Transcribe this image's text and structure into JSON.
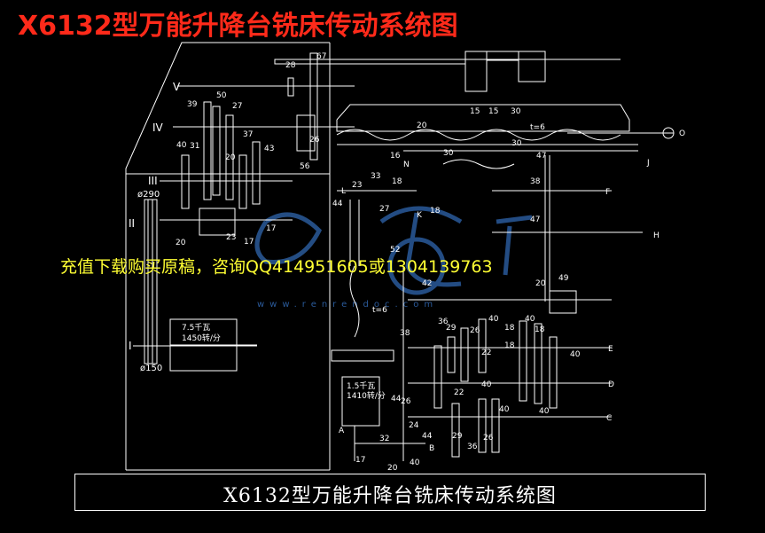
{
  "header": {
    "title": "X6132型万能升降台铣床传动系统图"
  },
  "watermark": {
    "text": "充值下载购买原稿，咨询QQ414951605或1304139763"
  },
  "footer": {
    "title": "X6132型万能升降台铣床传动系统图"
  },
  "colors": {
    "background": "#000000",
    "header_title": "#ff2a1a",
    "watermark": "#ffff33",
    "lines": "#ffffff",
    "logo": "#2a5a9a"
  },
  "diagram": {
    "shaft_labels": [
      "V",
      "IV",
      "III",
      "II",
      "I"
    ],
    "motor_main": {
      "power": "7.5千瓦",
      "speed": "1450转/分"
    },
    "motor_feed": {
      "power": "1.5千瓦",
      "speed": "1410转/分"
    },
    "pulley_labels": [
      "ø290",
      "ø150"
    ],
    "axis_labels": [
      "N",
      "L",
      "K",
      "A",
      "B",
      "C",
      "D",
      "E",
      "F",
      "H",
      "J",
      "O"
    ],
    "screw_labels": [
      "t=6",
      "t=6"
    ],
    "gear_numbers": [
      "28",
      "67",
      "50",
      "39",
      "27",
      "31",
      "37",
      "40",
      "20",
      "43",
      "17",
      "56",
      "26",
      "20",
      "23",
      "17",
      "16",
      "15",
      "15",
      "20",
      "30",
      "30",
      "30",
      "33",
      "23",
      "18",
      "44",
      "27",
      "18",
      "52",
      "42",
      "38",
      "47",
      "38",
      "47",
      "49",
      "36",
      "29",
      "26",
      "40",
      "40",
      "22",
      "18",
      "18",
      "40",
      "40",
      "22",
      "18",
      "40",
      "40",
      "44",
      "26",
      "24",
      "44",
      "29",
      "36",
      "26",
      "32",
      "17",
      "20",
      "40",
      "20"
    ]
  }
}
